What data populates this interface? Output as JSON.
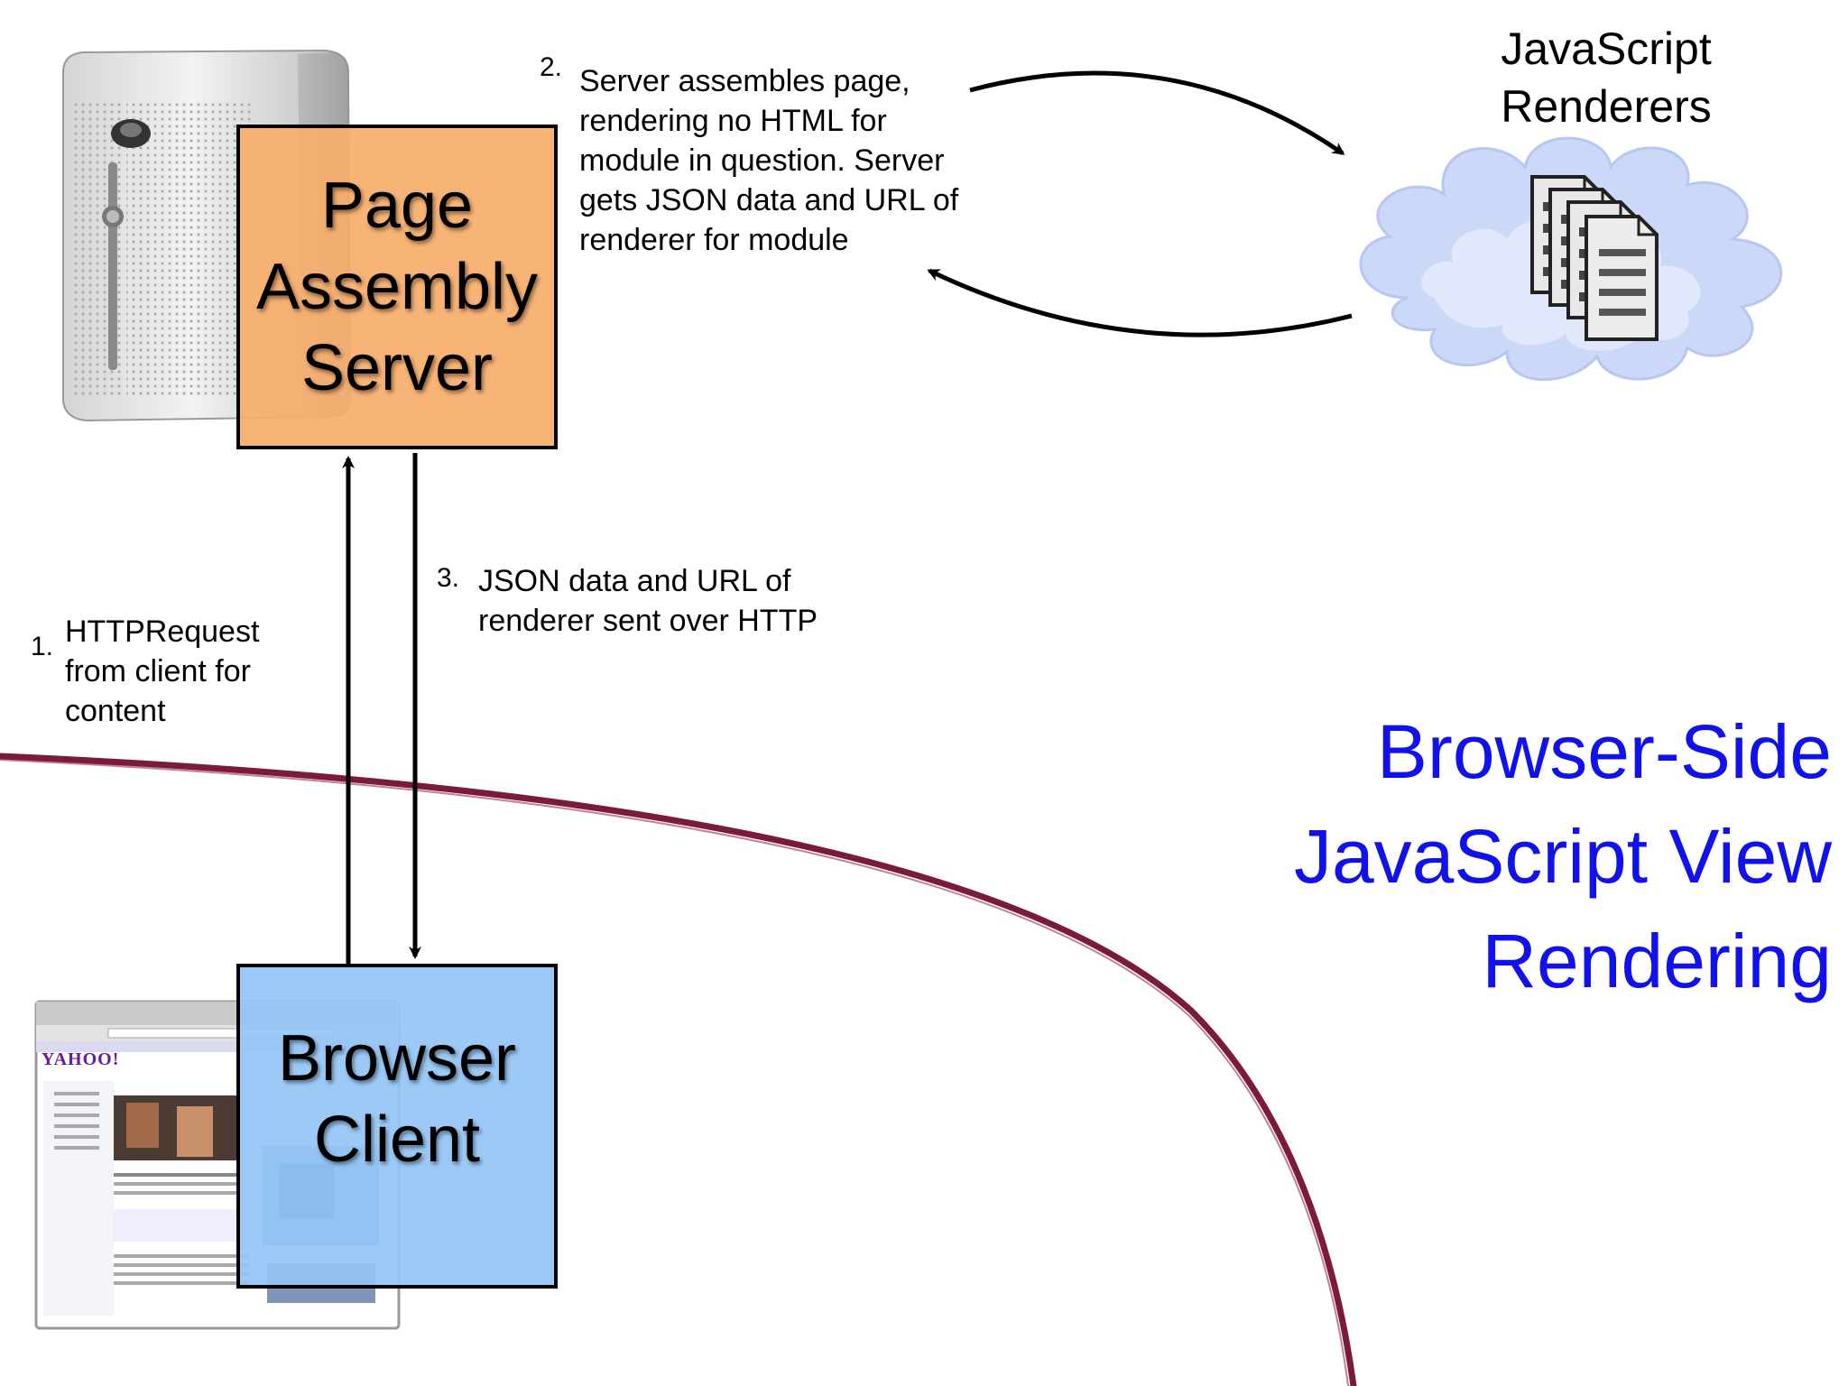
{
  "title": [
    "Browser-Side",
    "JavaScript View",
    "Rendering"
  ],
  "server_box": {
    "lines": [
      "Page",
      "Assembly",
      "Server"
    ],
    "color": "#f7ad6c"
  },
  "client_box": {
    "lines": [
      "Browser",
      "Client"
    ],
    "color": "#94c4f4"
  },
  "renderers": {
    "label_lines": [
      "JavaScript",
      "Renderers"
    ]
  },
  "steps": [
    {
      "number": "1.",
      "lines": [
        "HTTPRequest",
        "from client for",
        "content"
      ]
    },
    {
      "number": "2.",
      "lines": [
        "Server assembles page,",
        "rendering no HTML for",
        "module in question. Server",
        "gets JSON data and URL of",
        "renderer for module"
      ]
    },
    {
      "number": "3.",
      "lines": [
        "JSON data and URL of",
        "renderer sent over HTTP"
      ]
    }
  ],
  "browser_thumbnail": {
    "logo_text": "YAHOO!"
  },
  "colors": {
    "title": "#1111ee",
    "boundary_curve": "#7a1a3c",
    "cloud": "#c9d6f7"
  }
}
